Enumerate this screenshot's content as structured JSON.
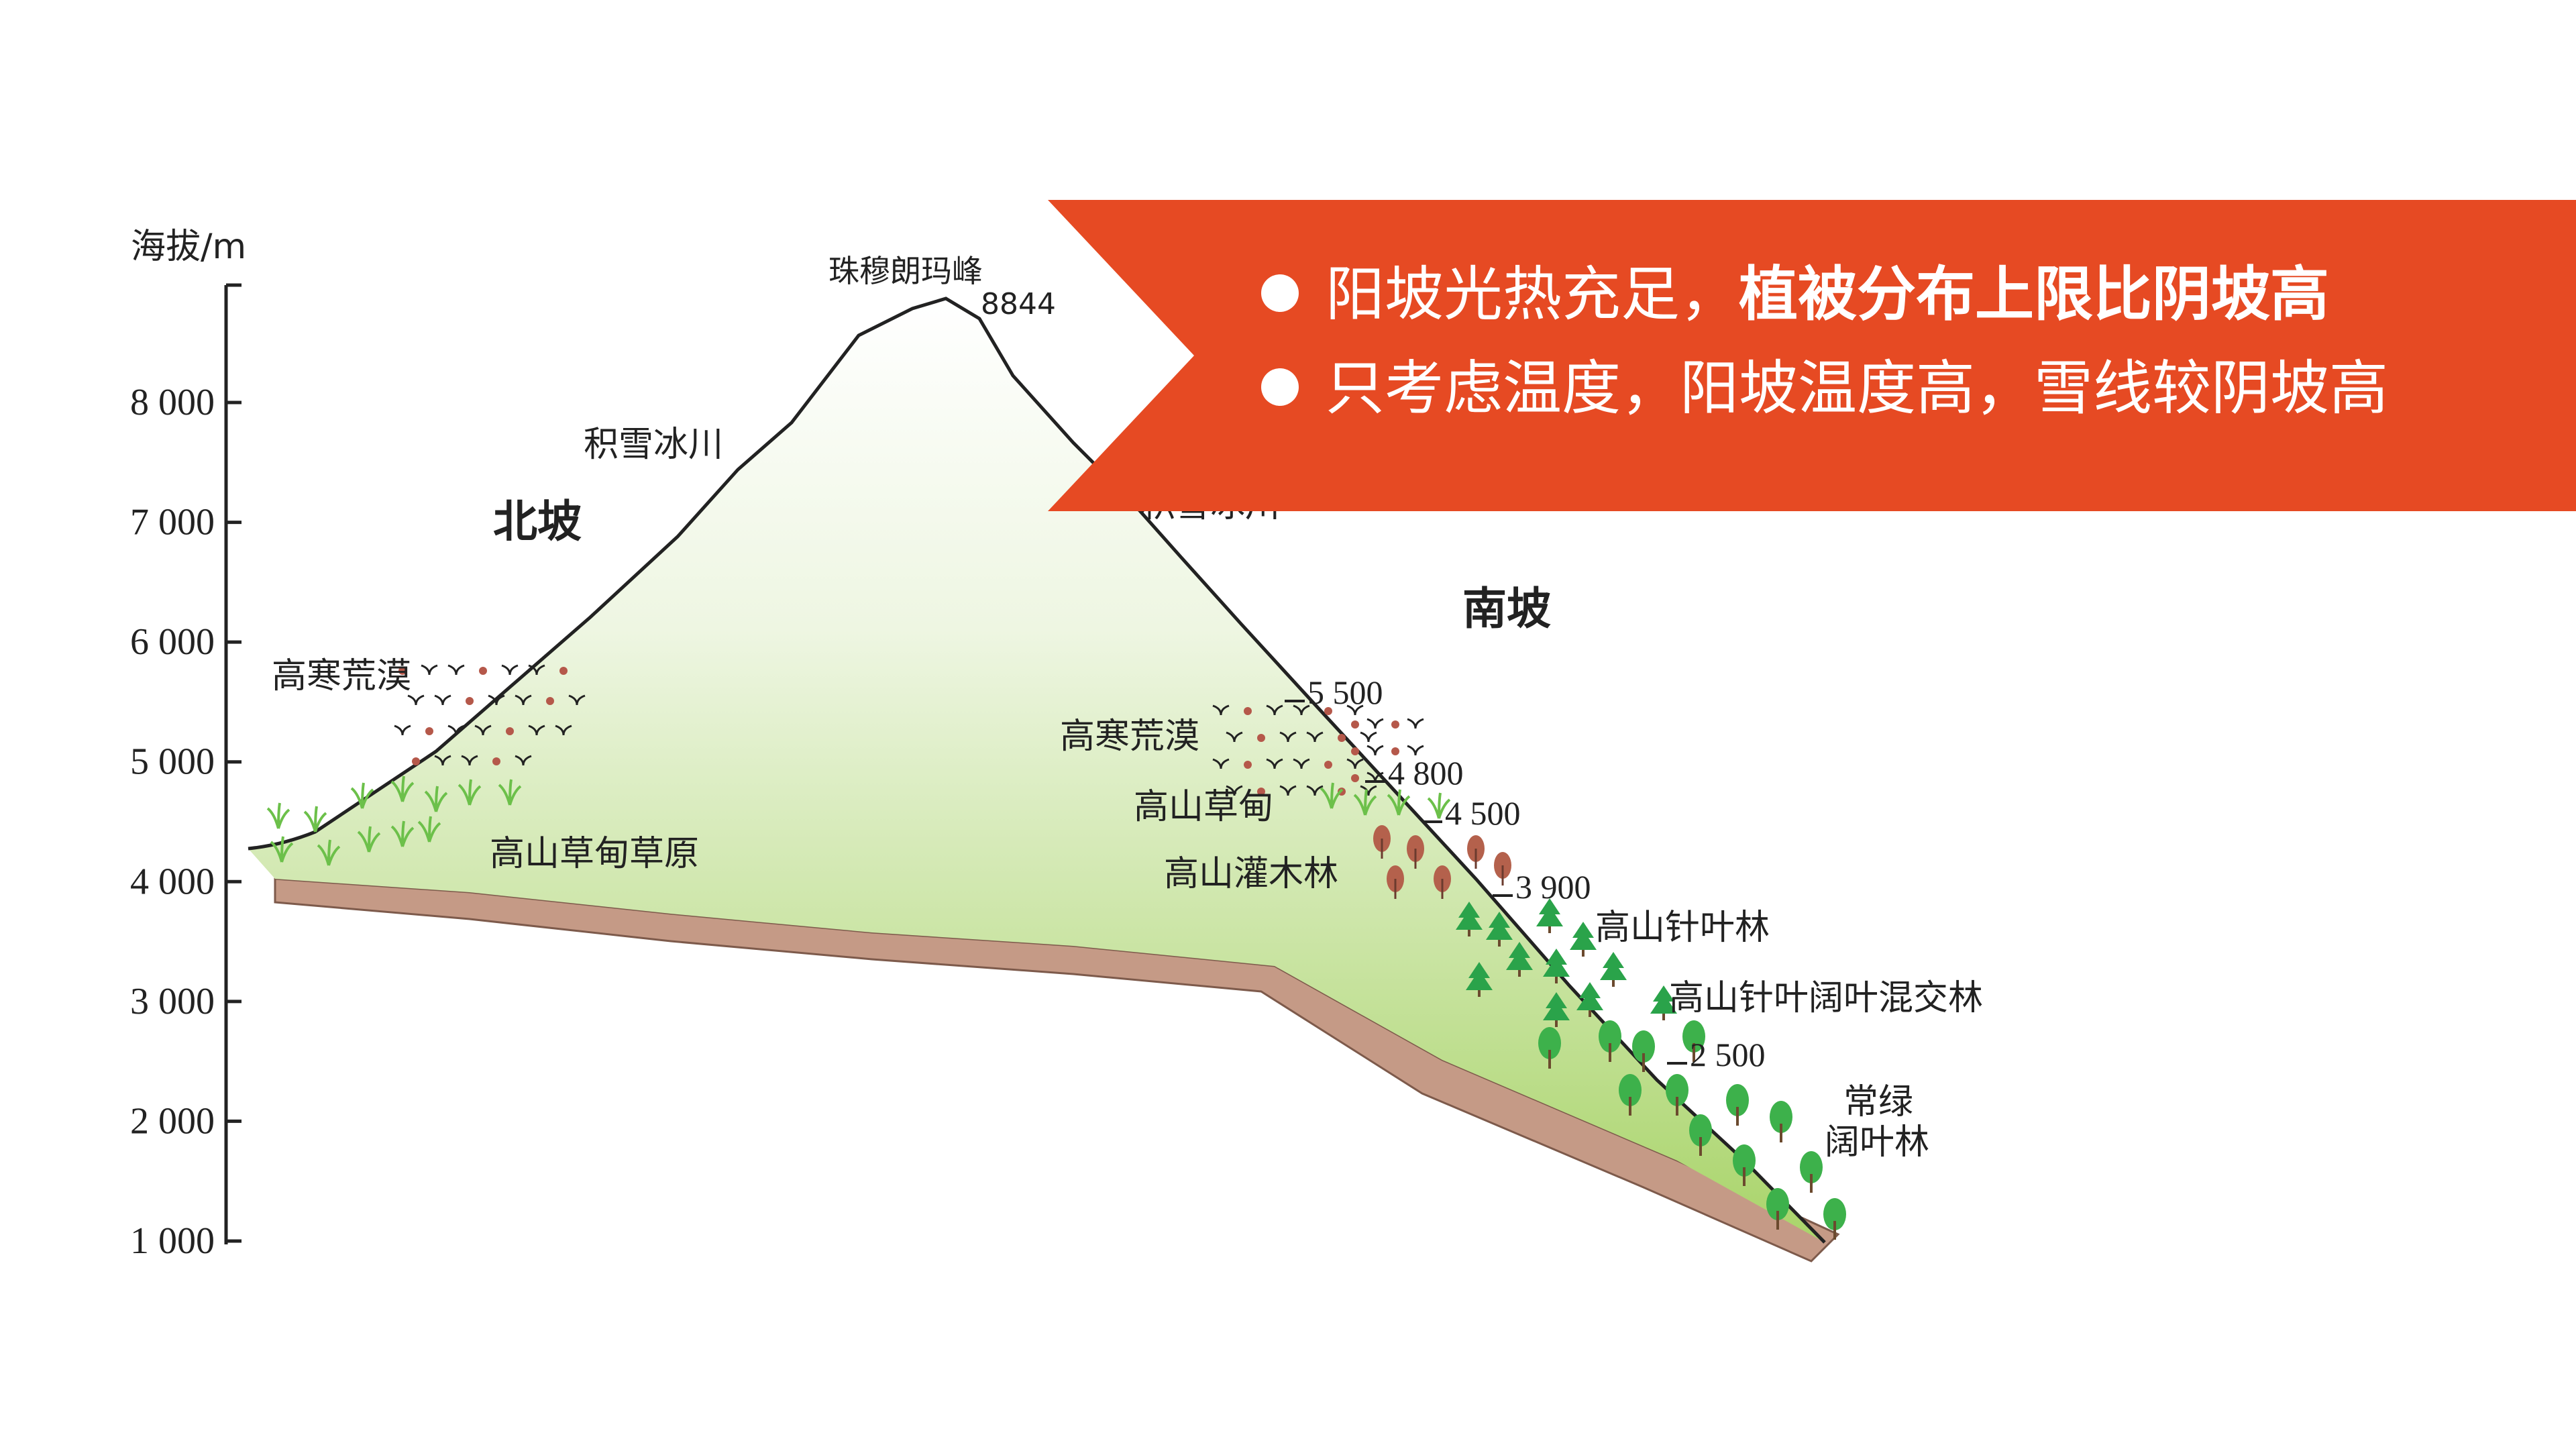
{
  "axis": {
    "unit_label": "海拔/m",
    "ticks": [
      "8 000",
      "7 000",
      "6 000",
      "5 000",
      "4 000",
      "3 000",
      "2 000",
      "1 000"
    ],
    "tick_values": [
      8000,
      7000,
      6000,
      5000,
      4000,
      3000,
      2000,
      1000
    ]
  },
  "peak": {
    "name": "珠穆朗玛峰",
    "elevation": "8844"
  },
  "north": {
    "slope_label": "北坡",
    "glacier": "积雪冰川",
    "desert": "高寒荒漠",
    "grassland": "高山草甸草原"
  },
  "south": {
    "slope_label": "南坡",
    "glacier": "积雪冰川",
    "desert": "高寒荒漠",
    "meadow": "高山草甸",
    "shrub": "高山灌木林",
    "conifer": "高山针叶林",
    "mixed": "高山针叶阔叶混交林",
    "evergreen_line1": "常绿",
    "evergreen_line2": "阔叶林",
    "boundaries": [
      "5 500",
      "4 800",
      "4 500",
      "3 900",
      "2 500"
    ]
  },
  "banner": {
    "line1_normal": "阳坡光热充足，",
    "line1_bold": "植被分布上限比阴坡高",
    "line2": "只考虑温度，阳坡温度高，雪线较阴坡高"
  },
  "colors": {
    "banner": "#E64A23",
    "slope_fill_top": "#ffffff",
    "slope_fill_bottom": "#a9d46a",
    "soil": "#c59a86",
    "conifer": "#2aa34a",
    "broadleaf": "#3db14b",
    "shrub": "#b4614c"
  }
}
